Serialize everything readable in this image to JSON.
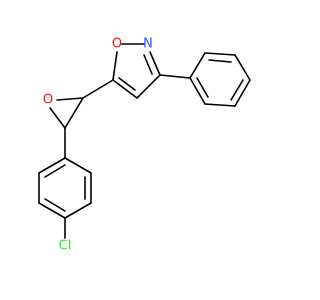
{
  "molecule": {
    "atoms": {
      "isoxazole_o": {
        "label": "O",
        "color": "#ff0d0d"
      },
      "isoxazole_n": {
        "label": "N",
        "color": "#3050f8"
      },
      "epoxide_o": {
        "label": "O",
        "color": "#ff0d0d"
      },
      "chlorine": {
        "label": "Cl",
        "color": "#1ff01f"
      }
    }
  }
}
